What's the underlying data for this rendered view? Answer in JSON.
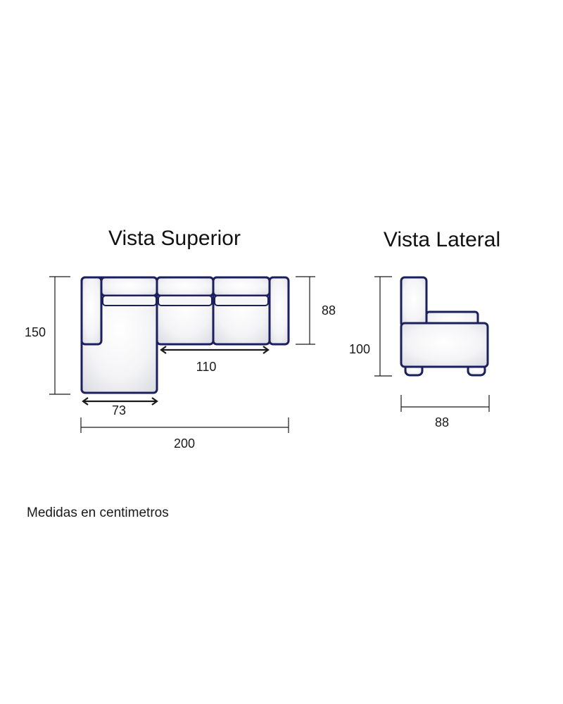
{
  "titles": {
    "top_view": "Vista Superior",
    "side_view": "Vista Lateral"
  },
  "top_view_dimensions": {
    "overall_depth": "150",
    "seat_depth": "88",
    "seat_module_width": "110",
    "chaise_width": "73",
    "overall_width": "200"
  },
  "side_view_dimensions": {
    "height": "100",
    "depth": "88"
  },
  "note": "Medidas en centimetros",
  "colors": {
    "outline": "#1b1f5e",
    "fill_center": "#ffffff",
    "fill_edge": "#dcdde3",
    "dimension_line": "#1a1a1a"
  }
}
